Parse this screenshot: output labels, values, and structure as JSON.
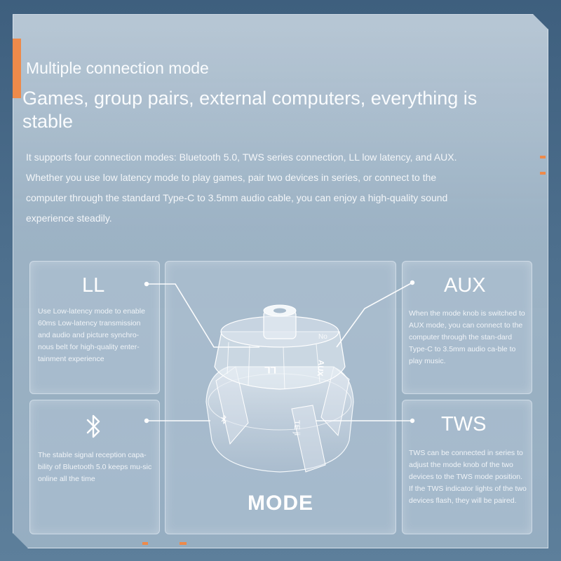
{
  "eyebrow": "Multiple connection mode",
  "headline": "Games, group pairs, external computers, everything is stable",
  "intro": "It supports four connection modes: Bluetooth 5.0, TWS series connection, LL low latency, and AUX. Whether you use low latency mode to play games, pair two devices in series, or connect to the computer through the standard Type-C to 3.5mm audio cable, you can enjoy a high-quality sound experience steadily.",
  "cards": {
    "ll": {
      "title": "LL",
      "text": "Use Low-latency mode to enable 60ms Low-latency transmission and audio and picture synchro-nous belt for high-quality enter-tainment experience"
    },
    "bluetooth": {
      "icon": "bluetooth-icon",
      "text": "The stable signal reception capa-bility of Bluetooth 5.0 keeps mu-sic online all the time"
    },
    "aux": {
      "title": "AUX",
      "text": "When the mode knob is switched to AUX mode, you can connect to the computer through the stan-dard Type-C to 3.5mm audio ca-ble to play music."
    },
    "tws": {
      "title": "TWS",
      "text": "TWS can be connected in series to adjust the mode knob of the two devices to the TWS mode position. If the TWS indicator lights of the two devices flash, they will be paired."
    }
  },
  "knob": {
    "mode_label": "MODE",
    "segment_ll": "LL",
    "segment_aux": "AUX",
    "segment_tws": "TE ji",
    "segment_top": "No"
  },
  "colors": {
    "accent": "#ee8a4a",
    "text": "#ffffff"
  }
}
